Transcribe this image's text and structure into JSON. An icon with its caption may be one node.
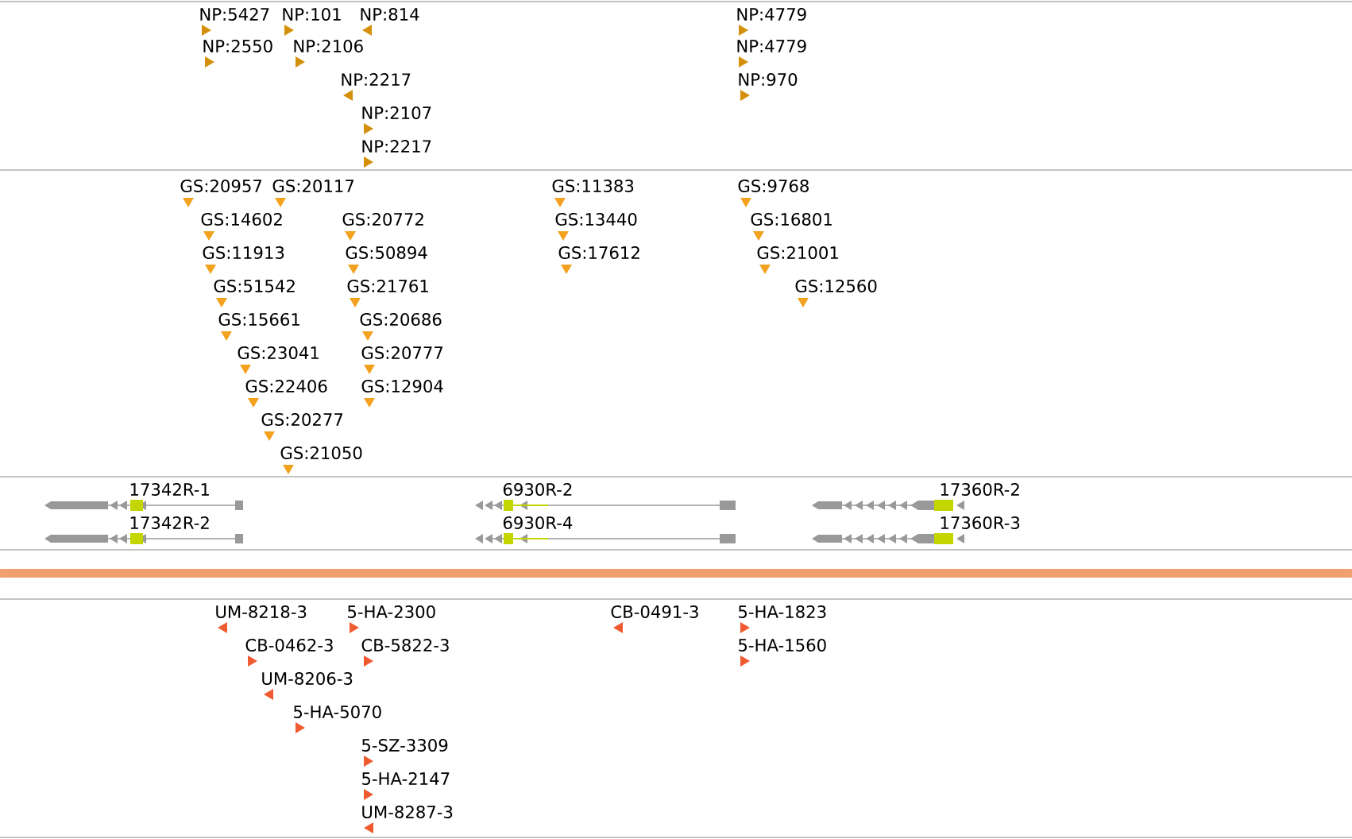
{
  "diagram": {
    "labels": [
      "NP:5427",
      "NP:101",
      "NP:814",
      "NP:4779",
      "NP:2550",
      "NP:2106",
      "NP:4779",
      "NP:2217",
      "NP:970",
      "NP:2107",
      "NP:2217",
      "GS:20957",
      "GS:20117",
      "GS:11383",
      "GS:9768",
      "GS:14602",
      "GS:20772",
      "GS:13440",
      "GS:16801",
      "GS:11913",
      "GS:50894",
      "GS:17612",
      "GS:21001",
      "GS:51542",
      "GS:21761",
      "GS:12560",
      "GS:15661",
      "GS:20686",
      "GS:23041",
      "GS:20777",
      "GS:22406",
      "GS:12904",
      "GS:20277",
      "GS:21050",
      "17342R-1",
      "6930R-2",
      "17360R-2",
      "17342R-2",
      "6930R-4",
      "17360R-3",
      "UM-8218-3",
      "5-HA-2300",
      "CB-0491-3",
      "5-HA-1823",
      "CB-0462-3",
      "CB-5822-3",
      "5-HA-1560",
      "UM-8206-3",
      "5-HA-5070",
      "5-SZ-3309",
      "5-HA-2147",
      "UM-8287-3"
    ]
  }
}
